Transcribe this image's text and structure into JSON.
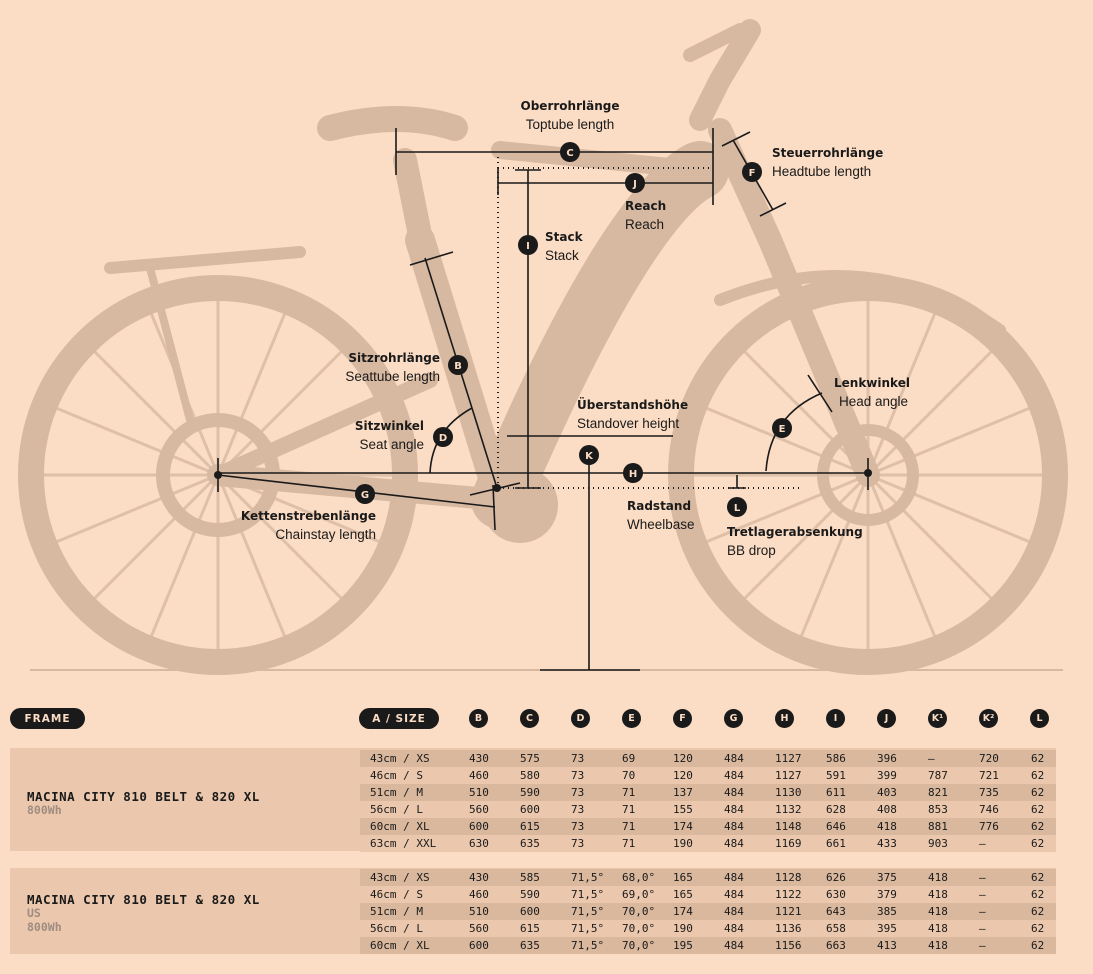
{
  "diagram": {
    "dims": [
      {
        "mark": "B",
        "de": "Sitzrohrlänge",
        "en": "Seattube length"
      },
      {
        "mark": "C",
        "de": "Oberrohrlänge",
        "en": "Toptube length"
      },
      {
        "mark": "D",
        "de": "Sitzwinkel",
        "en": "Seat angle"
      },
      {
        "mark": "E",
        "de": "Lenkwinkel",
        "en": "Head angle"
      },
      {
        "mark": "F",
        "de": "Steuerrohrlänge",
        "en": "Headtube length"
      },
      {
        "mark": "G",
        "de": "Kettenstrebenlänge",
        "en": "Chainstay length"
      },
      {
        "mark": "H",
        "de": "Radstand",
        "en": "Wheelbase"
      },
      {
        "mark": "I",
        "de": "Stack",
        "en": "Stack"
      },
      {
        "mark": "J",
        "de": "Reach",
        "en": "Reach"
      },
      {
        "mark": "K",
        "de": "Überstandshöhe",
        "en": "Standover height"
      },
      {
        "mark": "L",
        "de": "Tretlagerabsenkung",
        "en": "BB drop"
      }
    ]
  },
  "table": {
    "frame_label": "FRAME",
    "size_label": "A / SIZE",
    "columns": [
      "B",
      "C",
      "D",
      "E",
      "F",
      "G",
      "H",
      "I",
      "J",
      "K¹",
      "K²",
      "L"
    ],
    "blocks": [
      {
        "model": "MACINA CITY 810 BELT & 820 XL",
        "sub": [
          "800Wh"
        ],
        "rows": [
          [
            "43cm / XS",
            "430",
            "575",
            "73",
            "69",
            "120",
            "484",
            "1127",
            "586",
            "396",
            "–",
            "720",
            "62"
          ],
          [
            "46cm / S",
            "460",
            "580",
            "73",
            "70",
            "120",
            "484",
            "1127",
            "591",
            "399",
            "787",
            "721",
            "62"
          ],
          [
            "51cm / M",
            "510",
            "590",
            "73",
            "71",
            "137",
            "484",
            "1130",
            "611",
            "403",
            "821",
            "735",
            "62"
          ],
          [
            "56cm / L",
            "560",
            "600",
            "73",
            "71",
            "155",
            "484",
            "1132",
            "628",
            "408",
            "853",
            "746",
            "62"
          ],
          [
            "60cm / XL",
            "600",
            "615",
            "73",
            "71",
            "174",
            "484",
            "1148",
            "646",
            "418",
            "881",
            "776",
            "62"
          ],
          [
            "63cm / XXL",
            "630",
            "635",
            "73",
            "71",
            "190",
            "484",
            "1169",
            "661",
            "433",
            "903",
            "–",
            "62"
          ]
        ]
      },
      {
        "model": "MACINA CITY 810 BELT & 820 XL",
        "sub": [
          "US",
          "800Wh"
        ],
        "rows": [
          [
            "43cm / XS",
            "430",
            "585",
            "71,5°",
            "68,0°",
            "165",
            "484",
            "1128",
            "626",
            "375",
            "418",
            "–",
            "62"
          ],
          [
            "46cm / S",
            "460",
            "590",
            "71,5°",
            "69,0°",
            "165",
            "484",
            "1122",
            "630",
            "379",
            "418",
            "–",
            "62"
          ],
          [
            "51cm / M",
            "510",
            "600",
            "71,5°",
            "70,0°",
            "174",
            "484",
            "1121",
            "643",
            "385",
            "418",
            "–",
            "62"
          ],
          [
            "56cm / L",
            "560",
            "615",
            "71,5°",
            "70,0°",
            "190",
            "484",
            "1136",
            "658",
            "395",
            "418",
            "–",
            "62"
          ],
          [
            "60cm / XL",
            "600",
            "635",
            "71,5°",
            "70,0°",
            "195",
            "484",
            "1156",
            "663",
            "413",
            "418",
            "–",
            "62"
          ]
        ]
      }
    ]
  },
  "colors": {
    "background": "#fbdcc4",
    "bike": "#d7b8a1",
    "ink": "#1a1a1a",
    "row_dark": "#d9b89e",
    "row_light": "#ebc8ad"
  }
}
